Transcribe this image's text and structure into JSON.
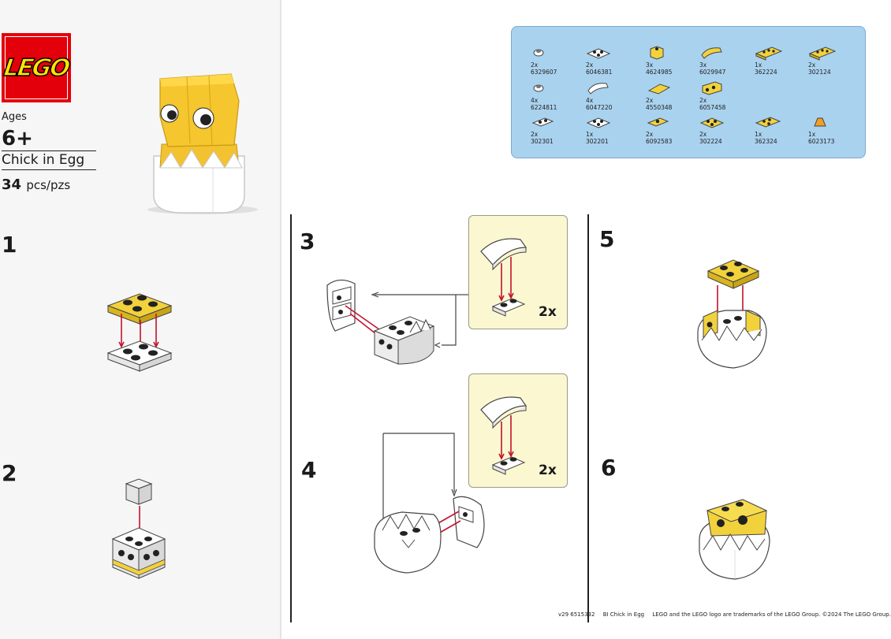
{
  "cover": {
    "brand": "LEGO",
    "ages_label": "Ages",
    "age": "6+",
    "set_name": "Chick in Egg",
    "piece_count": "34",
    "piece_unit": "pcs/pzs"
  },
  "steps": [
    {
      "number": "1"
    },
    {
      "number": "2"
    },
    {
      "number": "3",
      "callout_multiplier": "2x"
    },
    {
      "number": "4",
      "callout_multiplier": "2x"
    },
    {
      "number": "5"
    },
    {
      "number": "6"
    }
  ],
  "parts": [
    {
      "qty": "2x",
      "id": "6329607",
      "art": "round-1x1-white"
    },
    {
      "qty": "2x",
      "id": "6046381",
      "art": "plate-2x2-studs-white"
    },
    {
      "qty": "3x",
      "id": "4624985",
      "art": "brick-1x1-yellow"
    },
    {
      "qty": "3x",
      "id": "6029947",
      "art": "slope-curve-yellow"
    },
    {
      "qty": "1x",
      "id": "362224",
      "art": "plate-2x4-yellow"
    },
    {
      "qty": "2x",
      "id": "302124",
      "art": "plate-2x4-yellow"
    },
    {
      "qty": "4x",
      "id": "6224811",
      "art": "round-1x1-white"
    },
    {
      "qty": "4x",
      "id": "6047220",
      "art": "slope-curve-white"
    },
    {
      "qty": "2x",
      "id": "4550348",
      "art": "tile-yellow"
    },
    {
      "qty": "2x",
      "id": "6057458",
      "art": "brick-side-studs-yellow"
    },
    {
      "qty": "2x",
      "id": "302301",
      "art": "plate-1x2-white"
    },
    {
      "qty": "1x",
      "id": "302201",
      "art": "plate-2x2-white"
    },
    {
      "qty": "2x",
      "id": "6092583",
      "art": "plate-1x2-jumper-yellow"
    },
    {
      "qty": "2x",
      "id": "302224",
      "art": "plate-2x2-yellow"
    },
    {
      "qty": "1x",
      "id": "362324",
      "art": "plate-2x3-yellow"
    },
    {
      "qty": "1x",
      "id": "6023173",
      "art": "cone-orange"
    }
  ],
  "footer": {
    "code": "v29 6515332",
    "title": "BI Chick in Egg",
    "legal": "LEGO and the LEGO logo are trademarks of the LEGO Group. ©2024 The LEGO Group."
  },
  "colors": {
    "lego_red": "#e3000b",
    "lego_yellow": "#ffe400",
    "brick_yellow": "#f2d23c",
    "parts_panel": "#a9d2ef",
    "callout_bg": "#fbf7d1",
    "arrow_red": "#c4122f"
  }
}
